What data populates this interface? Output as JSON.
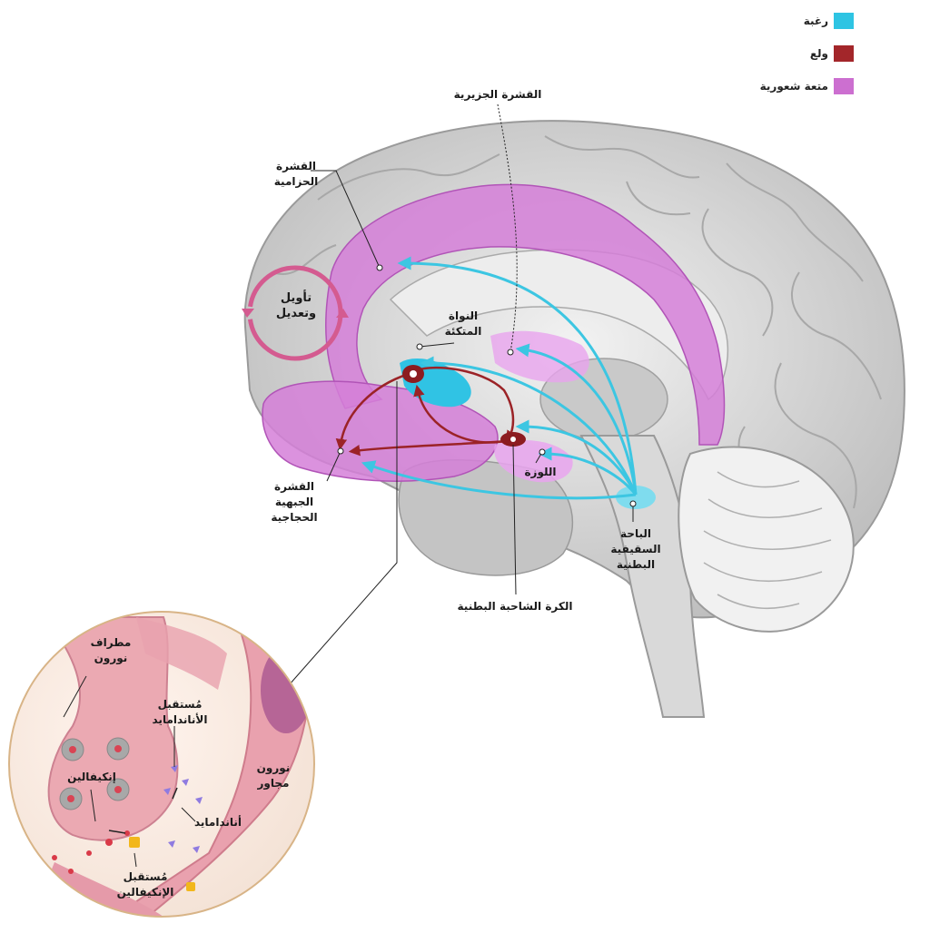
{
  "colors": {
    "desire": "#2ec4e3",
    "addiction": "#a3262a",
    "pleasure": "#cc6fd0",
    "brain_gray": "#d8d8d8",
    "neuron_pink": "#e9a1ae"
  },
  "legend": [
    {
      "label": "رغبة",
      "color": "#2ec4e3"
    },
    {
      "label": "ولع",
      "color": "#a3262a"
    },
    {
      "label": "متعة شعورية",
      "color": "#cc6fd0"
    }
  ],
  "labels": {
    "insular_cortex": "القشرة الجزيرية",
    "cingulate_cortex": "القشرة\nالحزامية",
    "interpretation": "تأويل\nوتعديل",
    "nucleus_accumbens": "النواة\nالمتكئة",
    "amygdala": "اللوزة",
    "orbitofrontal_cortex": "القشرة\nالجبهية\nالحجاجية",
    "ventral_tegmental_area": "الباحة\nالسقيفية\nالبطنية",
    "ventral_pallidum": "الكرة الشاحبة البطنية"
  },
  "inset": {
    "neuron_terminal": "مطراف\nنورون",
    "anandamide_receptor": "مُستقبل\nالأناندامايد",
    "enkephalin": "إنكيفالين",
    "neighbor_neuron": "نورون\nمجاور",
    "anandamide": "أناندامايد",
    "enkephalin_receptor": "مُستقبل\nالإنكيفالين"
  }
}
